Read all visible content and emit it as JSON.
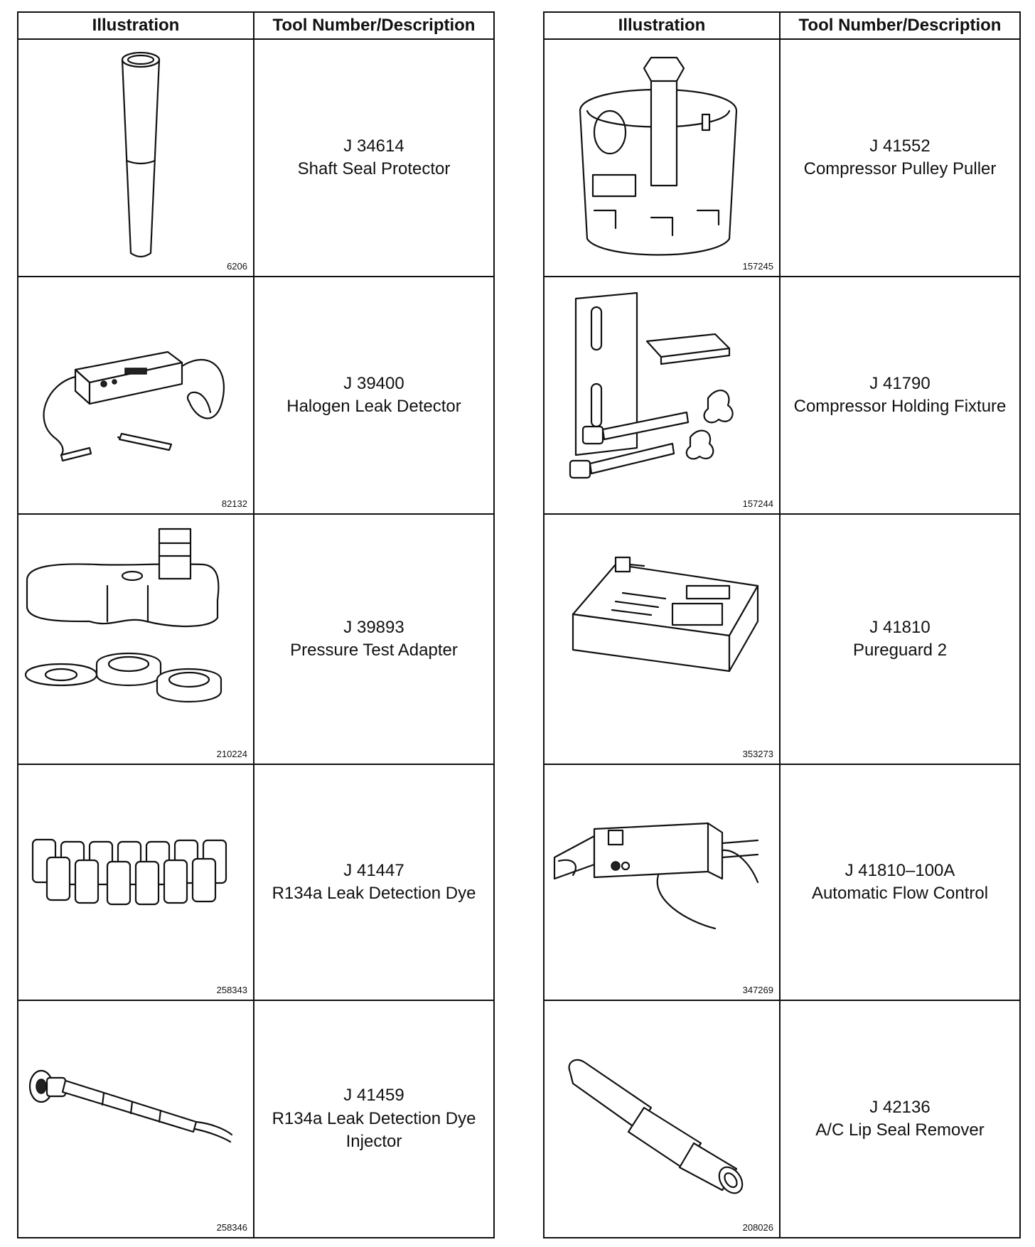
{
  "header": {
    "illustration": "Illustration",
    "tool": "Tool Number/Description"
  },
  "left": [
    {
      "number": "J 34614",
      "name": "Shaft Seal Protector",
      "fig": "6206",
      "icon": "shaft-seal-protector-icon"
    },
    {
      "number": "J 39400",
      "name": "Halogen Leak Detector",
      "fig": "82132",
      "icon": "halogen-leak-detector-icon"
    },
    {
      "number": "J 39893",
      "name": "Pressure Test Adapter",
      "fig": "210224",
      "icon": "pressure-test-adapter-icon"
    },
    {
      "number": "J 41447",
      "name": "R134a Leak Detection Dye",
      "fig": "258343",
      "icon": "leak-detection-dye-icon"
    },
    {
      "number": "J 41459",
      "name": "R134a Leak Detection Dye Injector",
      "fig": "258346",
      "icon": "dye-injector-icon"
    }
  ],
  "right": [
    {
      "number": "J 41552",
      "name": "Compressor Pulley Puller",
      "fig": "157245",
      "icon": "pulley-puller-icon"
    },
    {
      "number": "J 41790",
      "name": "Compressor Holding Fixture",
      "fig": "157244",
      "icon": "holding-fixture-icon"
    },
    {
      "number": "J 41810",
      "name": "Pureguard 2",
      "fig": "353273",
      "icon": "pureguard-icon"
    },
    {
      "number": "J 41810–100A",
      "name": "Automatic Flow Control",
      "fig": "347269",
      "icon": "flow-control-icon"
    },
    {
      "number": "J 42136",
      "name": "A/C Lip Seal Remover",
      "fig": "208026",
      "icon": "lip-seal-remover-icon"
    }
  ]
}
